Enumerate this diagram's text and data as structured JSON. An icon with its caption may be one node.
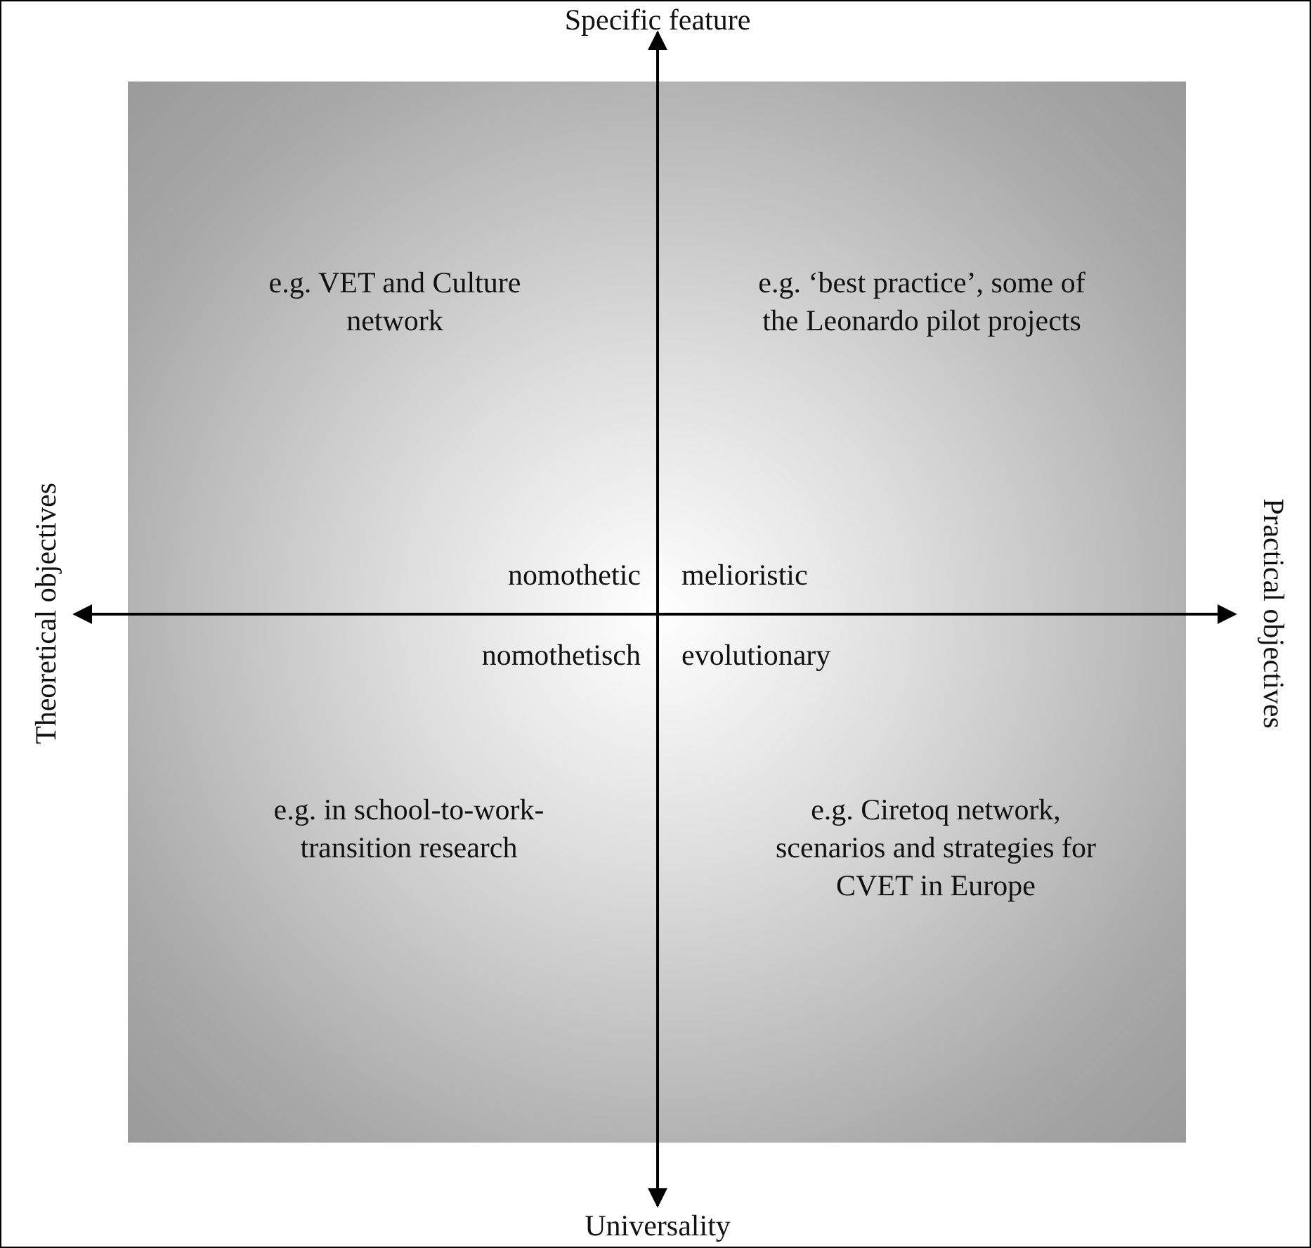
{
  "diagram": {
    "labels": [
      "Specific feature",
      "e.g. VET and Culture network",
      "e.g. ‘best practice’, some of the Leonardo pilot projects",
      "Theoretical objectives",
      "nomothetic",
      "melioristic",
      "Practical objectives",
      "nomothetisch",
      "evolutionary",
      "e.g. in school-to-work-transition research",
      "e.g. Ciretoq network, scenarios and strategies for CVET in Europe",
      "Universality"
    ]
  }
}
